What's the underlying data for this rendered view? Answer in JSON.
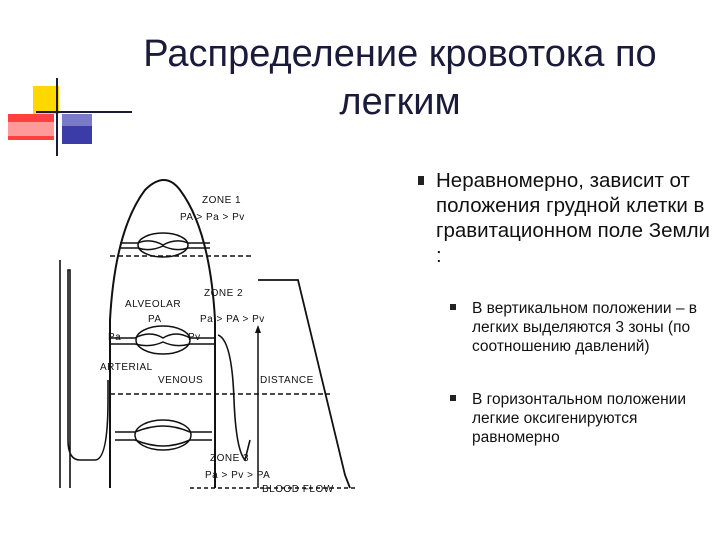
{
  "slide": {
    "title": "Распределение кровотока по легким",
    "bullets": [
      {
        "text": "Неравномерно, зависит от положения грудной клетки в гравитационном поле Земли :",
        "sub": [
          "В вертикальном положении – в легких выделяются 3 зоны (по соотношению давлений)",
          "В горизонтальном положении легкие оксигенируются равномерно"
        ]
      }
    ]
  },
  "diagram": {
    "zone1": "ZONE 1",
    "zone1_eq": "PA > Pa > Pv",
    "zone2": "ZONE 2",
    "zone2_eq": "Pa > PA > Pv",
    "zone3": "ZONE 3",
    "zone3_eq": "Pa > Pv > PA",
    "alveolar": "ALVEOLAR",
    "arterial": "ARTERIAL",
    "venous": "VENOUS",
    "distance": "DISTANCE",
    "blood_flow": "BLOOD FLOW",
    "pa_label": "PA",
    "pa_art": "Pa",
    "pv_label": "Pv"
  },
  "colors": {
    "deco_yellow": "#ffd800",
    "deco_red": "#e83030",
    "deco_blue": "#3a3aa8",
    "title": "#1a1a3a"
  }
}
